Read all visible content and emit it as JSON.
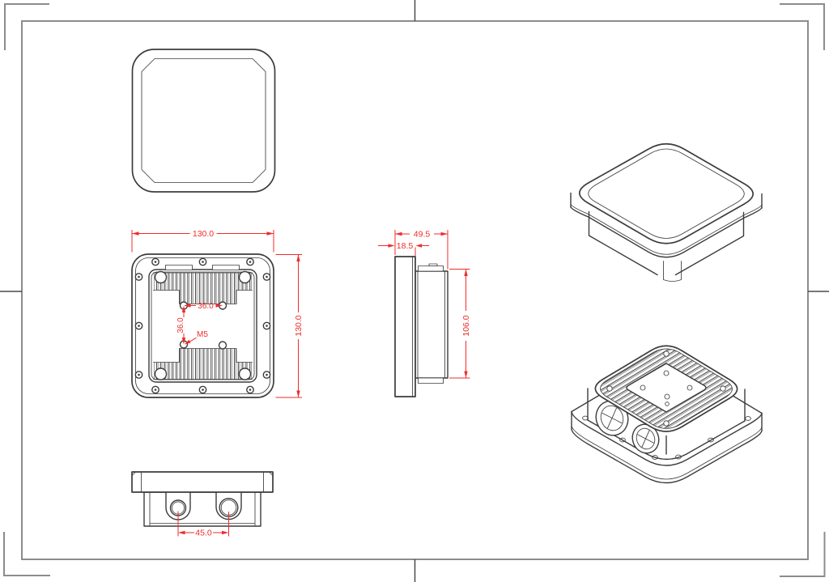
{
  "colors": {
    "background": "#ffffff",
    "drawing_line": "#3c3c3c",
    "sheet_frame": "#8c8c8c",
    "dimension": "#f02b2b"
  },
  "dimensions": {
    "back_width": "130.0",
    "back_height": "130.0",
    "mount_spacing_horizontal": "36.0",
    "mount_spacing_vertical": "36.0",
    "mount_thread": "M5",
    "side_depth": "49.5",
    "side_front_depth": "18.5",
    "side_body_height": "106.0",
    "connector_spacing": "45.0"
  }
}
